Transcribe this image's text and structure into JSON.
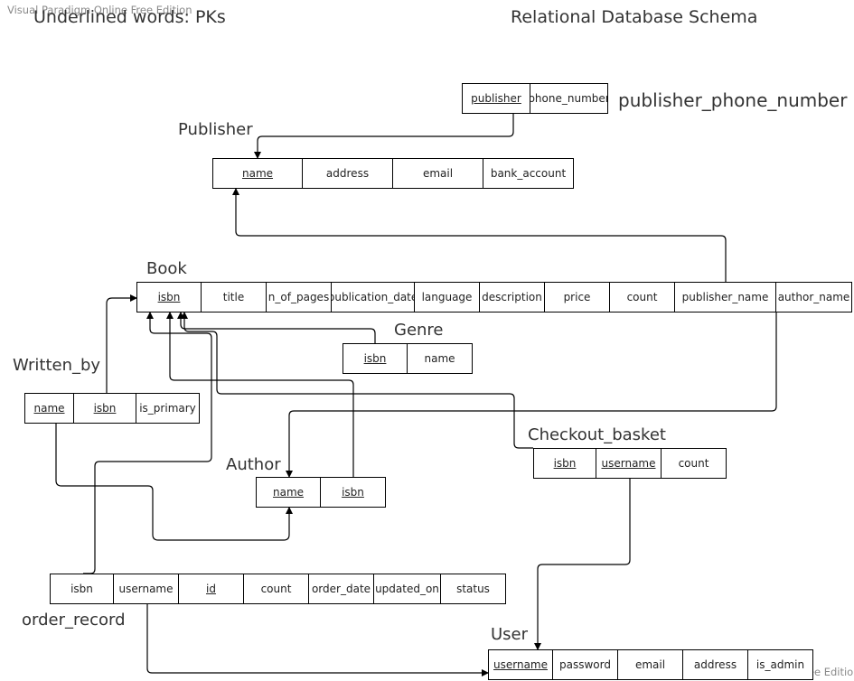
{
  "watermark": {
    "top_left": "Visual Paradigm Online Free Edition",
    "bottom_right": "Visual Paradigm Online Free Edition"
  },
  "heading": {
    "legend": "Underlined words: PKs",
    "title": "Relational Database Schema"
  },
  "tables": {
    "publisher_phone_number": {
      "label": "publisher_phone_number",
      "columns": [
        {
          "name": "publisher",
          "pk": true
        },
        {
          "name": "phone_number",
          "pk": false
        }
      ]
    },
    "publisher": {
      "label": "Publisher",
      "columns": [
        {
          "name": "name",
          "pk": true
        },
        {
          "name": "address",
          "pk": false
        },
        {
          "name": "email",
          "pk": false
        },
        {
          "name": "bank_account",
          "pk": false
        }
      ]
    },
    "book": {
      "label": "Book",
      "columns": [
        {
          "name": "isbn",
          "pk": true
        },
        {
          "name": "title",
          "pk": false
        },
        {
          "name": "n_of_pages",
          "pk": false
        },
        {
          "name": "publication_date",
          "pk": false
        },
        {
          "name": "language",
          "pk": false
        },
        {
          "name": "description",
          "pk": false
        },
        {
          "name": "price",
          "pk": false
        },
        {
          "name": "count",
          "pk": false
        },
        {
          "name": "publisher_name",
          "pk": false
        },
        {
          "name": "author_name",
          "pk": false
        }
      ]
    },
    "genre": {
      "label": "Genre",
      "columns": [
        {
          "name": "isbn",
          "pk": true
        },
        {
          "name": "name",
          "pk": false
        }
      ]
    },
    "written_by": {
      "label": "Written_by",
      "columns": [
        {
          "name": "name",
          "pk": true
        },
        {
          "name": "isbn",
          "pk": true
        },
        {
          "name": "is_primary",
          "pk": false
        }
      ]
    },
    "author": {
      "label": "Author",
      "columns": [
        {
          "name": "name",
          "pk": true
        },
        {
          "name": "isbn",
          "pk": true
        }
      ]
    },
    "checkout_basket": {
      "label": "Checkout_basket",
      "columns": [
        {
          "name": "isbn",
          "pk": true
        },
        {
          "name": "username",
          "pk": true
        },
        {
          "name": "count",
          "pk": false
        }
      ]
    },
    "order_record": {
      "label": "order_record",
      "columns": [
        {
          "name": "isbn",
          "pk": false
        },
        {
          "name": "username",
          "pk": false
        },
        {
          "name": "id",
          "pk": true
        },
        {
          "name": "count",
          "pk": false
        },
        {
          "name": "order_date",
          "pk": false
        },
        {
          "name": "updated_on",
          "pk": false
        },
        {
          "name": "status",
          "pk": false
        }
      ]
    },
    "user": {
      "label": "User",
      "columns": [
        {
          "name": "username",
          "pk": true
        },
        {
          "name": "password",
          "pk": false
        },
        {
          "name": "email",
          "pk": false
        },
        {
          "name": "address",
          "pk": false
        },
        {
          "name": "is_admin",
          "pk": false
        }
      ]
    }
  }
}
